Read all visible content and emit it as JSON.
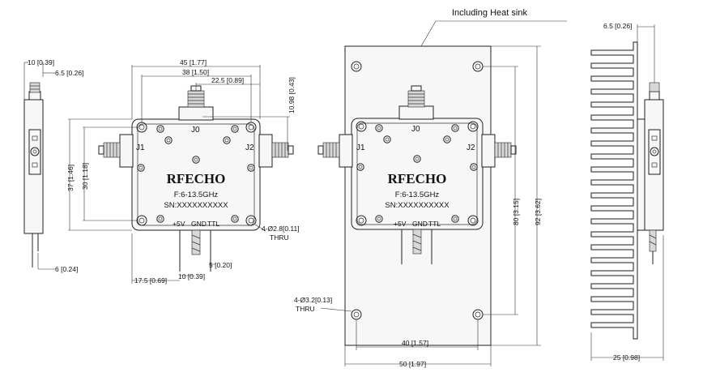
{
  "heatsink_label": "Including Heat sink",
  "brand": "RFECHO",
  "freq": "F:6-13.5GHz",
  "serial": "SN:XXXXXXXXXX",
  "pins": {
    "v5": "+5V",
    "gnd": "GND",
    "ttl": "TTL"
  },
  "ports": {
    "j0": "J0",
    "j1": "J1",
    "j2": "J2"
  },
  "left_view": {
    "dim_10": "10 [0.39]",
    "dim_6_5": "6.5 [0.26]",
    "dim_6": "6 [0.24]"
  },
  "front_view": {
    "dim_45": "45 [1.77]",
    "dim_38": "38 [1.50]",
    "dim_22_5": "22.5 [0.89]",
    "dim_10_98": "10.98 [0.43]",
    "dim_37": "37 [1.46]",
    "dim_30": "30 [1.18]",
    "hole_note": "4-Ø2.8[0.11]",
    "hole_thru": "THRU",
    "dim_5": "5 [0.20]",
    "dim_17_5": "17.5 [0.69]",
    "dim_10b": "10 [0.39]"
  },
  "heatsink_view": {
    "dim_80": "80 [3.15]",
    "dim_92": "92 [3.62]",
    "hole_note": "4-Ø3.2[0.13]",
    "hole_thru": "THRU",
    "dim_40": "40 [1.57]",
    "dim_50": "50 [1.97]"
  },
  "side_view": {
    "dim_6_5": "6.5 [0.26]",
    "dim_25": "25 [0.98]"
  }
}
